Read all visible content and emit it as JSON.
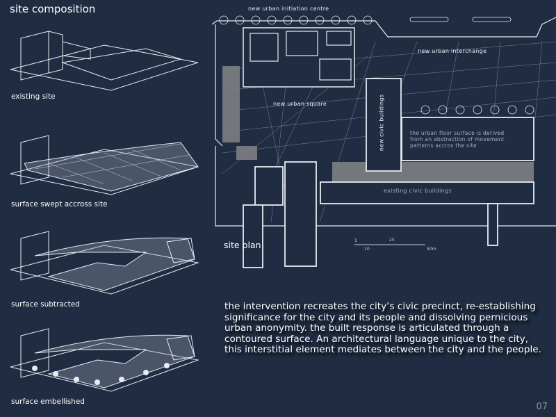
{
  "title": "site composition",
  "steps": [
    {
      "caption": "existing site"
    },
    {
      "caption": "surface swept accross site"
    },
    {
      "caption": "surface subtracted"
    },
    {
      "caption": "surface embellished"
    }
  ],
  "site_plan": {
    "label": "site plan",
    "labels": {
      "initiation_centre": "new urban initiation centre",
      "interchange": "new urban interchange",
      "square": "new urban square",
      "new_civic": "new civic buildings",
      "existing_civic": "existing civic buildings",
      "note_line1": "the urban floor surface is derived",
      "note_line2": "from an abstraction of movement",
      "note_line3": "patterns accros the site"
    },
    "scale": {
      "t1": "1",
      "t10": "10",
      "t25": "25",
      "t50": "50m"
    }
  },
  "description": "the intervention recreates the city’s civic precinct, re-establishing significance for the city and its people and dissolving pernicious urban anonymity. the built response is articulated through a contoured surface. An architectural language unique to the city, this interstitial element mediates between the city and the people.",
  "page_number": "07"
}
